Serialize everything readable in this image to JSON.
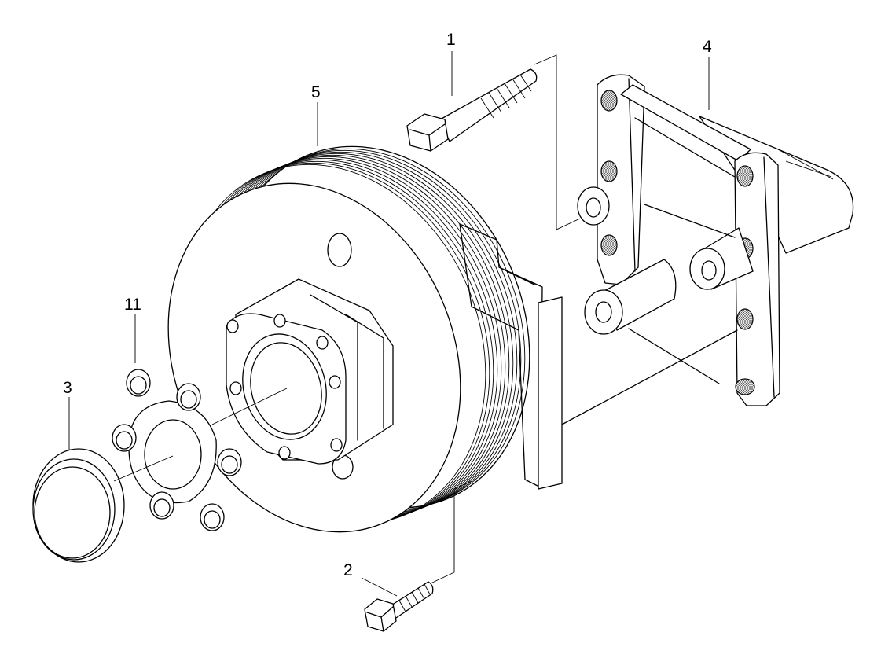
{
  "callouts": [
    {
      "id": "1",
      "label": "1"
    },
    {
      "id": "2",
      "label": "2"
    },
    {
      "id": "3",
      "label": "3"
    },
    {
      "id": "4",
      "label": "4"
    },
    {
      "id": "5",
      "label": "5"
    },
    {
      "id": "11",
      "label": "11"
    }
  ]
}
